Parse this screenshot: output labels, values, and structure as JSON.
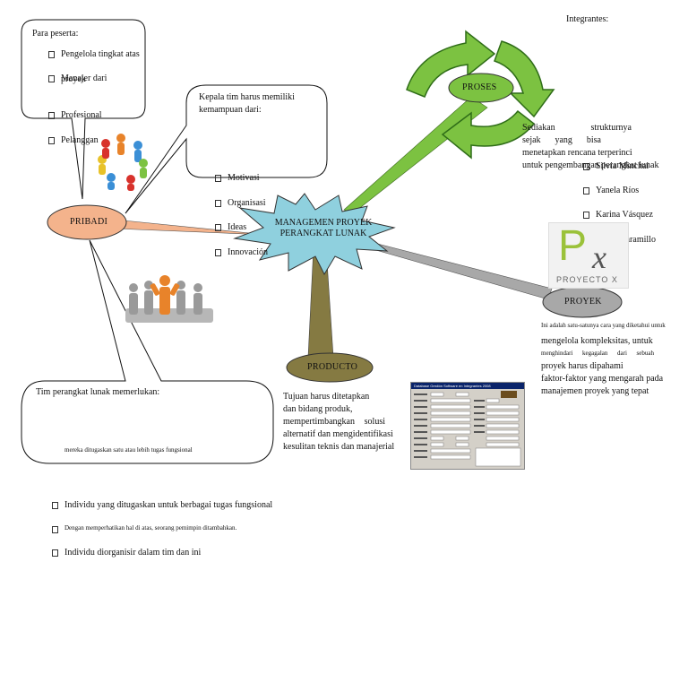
{
  "center": {
    "line1": "MANAGEMEN PROYEK",
    "line2": "PERANGKAT LUNAK"
  },
  "nodes": {
    "pribadi": "PRIBADI",
    "proses": "PROSES",
    "proyek": "PROYEK",
    "producto": "PRODUCTO"
  },
  "participants": {
    "title": "Para peserta:",
    "items": [
      "Pengelola tingkat atas",
      "Manajer dari",
      "proyek",
      "Profesional",
      "Pelanggan"
    ]
  },
  "leader": {
    "line1": "Kepala tim harus memiliki",
    "line2": "kemampuan dari:",
    "items": [
      "Motivasi",
      "Organisasi",
      "Ideas",
      "Innovación"
    ]
  },
  "team": {
    "title": "Tim perangkat lunak memerlukan:",
    "item1": "Individu yang ditugaskan untuk berbagai tugas fungsional",
    "item2": "Dengan memperhatikan hal di atas, seorang pemimpin ditambahkan.",
    "item3a": "Individu diorganisir dalam tim dan ini",
    "item3b": "mereka ditugaskan satu atau lebih tugas fungsional"
  },
  "integrantes": {
    "title": "Integrantes:",
    "names": [
      "Silvia Minchai",
      "Yanela Ríos",
      "Karina Vásquez",
      "Jimmy Jaramillo"
    ]
  },
  "proses_text": {
    "l1a": "Sediakan",
    "l1b": "strukturnya",
    "l2a": "sejak",
    "l2b": "yang",
    "l2c": "bisa",
    "l3": "menetapkan rencana terperinci",
    "l4": "untuk pengembangan perangkat lunak"
  },
  "proyek_text": {
    "small": "Ini adalah satu-satunya cara yang diketahui untuk",
    "l1": "mengelola kompleksitas, untuk",
    "l2": "menghindari kegagalan dari sebuah",
    "l3": "proyek harus dipahami",
    "l4": "faktor-faktor yang mengarah pada",
    "l5": "manajemen proyek yang tepat"
  },
  "producto_text": {
    "l1": "Tujuan harus ditetapkan",
    "l2": "dan bidang produk,",
    "l3": "mempertimbangkan solusi",
    "l4": "alternatif dan mengidentifikasi",
    "l5": "kesulitan teknis dan manajerial"
  },
  "logo": {
    "mark": "P",
    "sub": "x",
    "caption": "PROYECTO X"
  },
  "form": {
    "title": "Database Gestión Software en Integrantes 2008"
  },
  "colors": {
    "pribadi": "#f4b38c",
    "center": "#8fd0de",
    "proses": "#7cc241",
    "proyek": "#a8a8a8",
    "producto": "#857a42"
  }
}
